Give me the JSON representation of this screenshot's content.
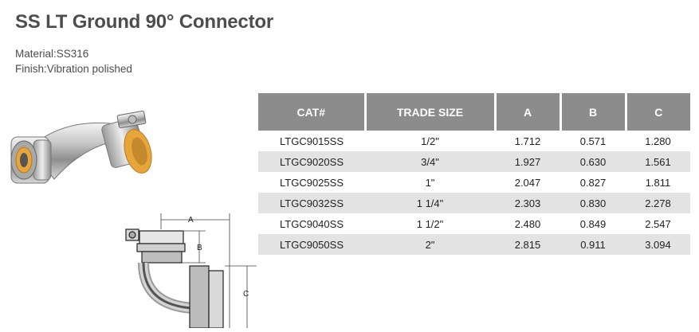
{
  "header": {
    "title": "SS LT Ground 90° Connector",
    "material": "Material:SS316",
    "finish": "Finish:Vibration polished"
  },
  "diagram": {
    "labels": [
      "A",
      "B",
      "C"
    ]
  },
  "table": {
    "columns": [
      "CAT#",
      "TRADE SIZE",
      "A",
      "B",
      "C"
    ],
    "rows": [
      [
        "LTGC9015SS",
        "1/2\"",
        "1.712",
        "0.571",
        "1.280"
      ],
      [
        "LTGC9020SS",
        "3/4\"",
        "1.927",
        "0.630",
        "1.561"
      ],
      [
        "LTGC9025SS",
        "1\"",
        "2.047",
        "0.827",
        "1.811"
      ],
      [
        "LTGC9032SS",
        "1 1/4\"",
        "2.303",
        "0.830",
        "2.278"
      ],
      [
        "LTGC9040SS",
        "1 1/2\"",
        "2.480",
        "0.849",
        "2.547"
      ],
      [
        "LTGC9050SS",
        "2\"",
        "2.815",
        "0.911",
        "3.094"
      ]
    ]
  },
  "colors": {
    "header_bg": "#8c8c8c",
    "alt_row": "#e3e3e3",
    "gasket": "#e8a63a"
  }
}
